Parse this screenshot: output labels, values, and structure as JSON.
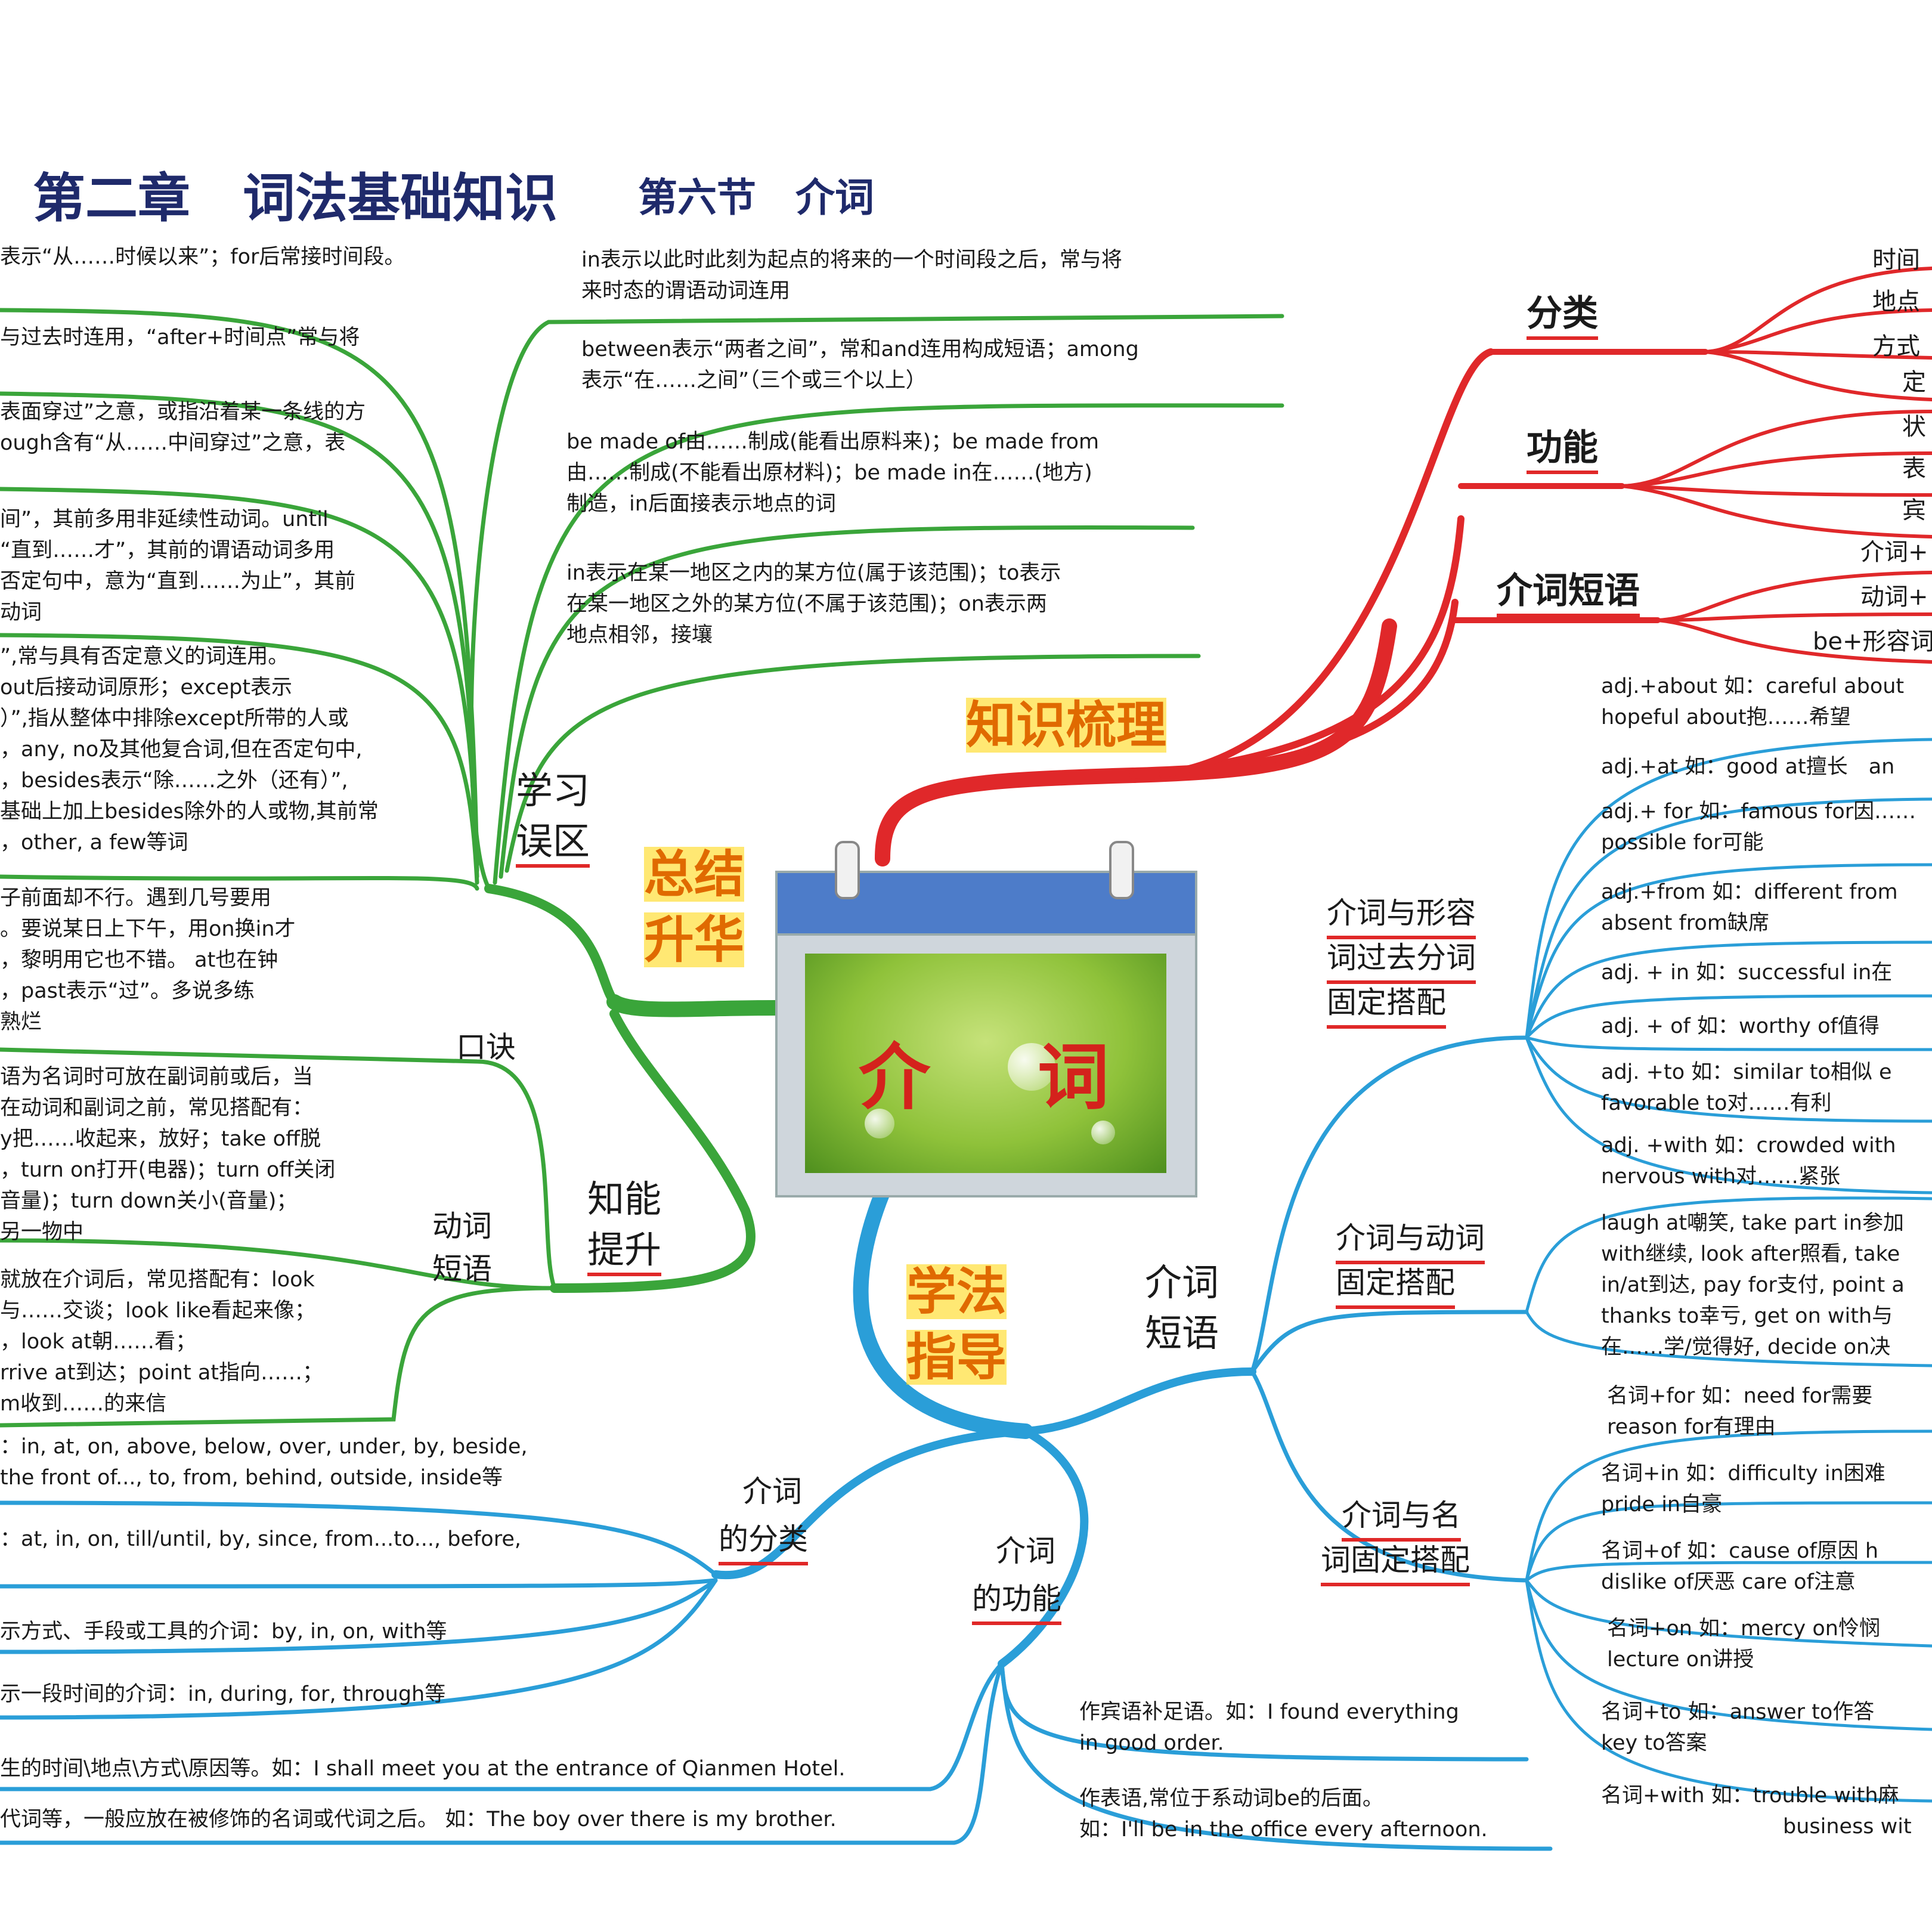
{
  "title": "第二章　词法基础知识",
  "subtitle": "第六节　介词",
  "center": {
    "left": "介",
    "right": "词"
  },
  "branches": {
    "knowledge": "知识梳理",
    "summary": [
      "总结",
      "升华"
    ],
    "method": [
      "学法",
      "指导"
    ]
  },
  "red": {
    "classify": "分类",
    "classify_items": [
      "时间",
      "地点",
      "方式",
      "定"
    ],
    "function": "功能",
    "function_items": [
      "状",
      "表",
      "宾"
    ],
    "phrase": "介词短语",
    "phrase_items": [
      "介词+",
      "动词+",
      "be+形容词"
    ]
  },
  "green": {
    "mistakes": [
      "学习",
      "误区"
    ],
    "improve": [
      "知能",
      "提升"
    ],
    "rhyme": "口诀",
    "verbphrase": [
      "动词",
      "短语"
    ],
    "right_notes": [
      [
        "in表示以此时此刻为起点的将来的一个时间段之后，常与将",
        "来时态的谓语动词连用"
      ],
      [
        "between表示“两者之间”，常和and连用构成短语；among",
        "表示“在……之间”（三个或三个以上）"
      ],
      [
        "be made of由……制成(能看出原料来)；be made from",
        "由……制成(不能看出原材料)；be made in在……(地方)",
        "制造，in后面接表示地点的词"
      ],
      [
        "in表示在某一地区之内的某方位(属于该范围)；to表示",
        "在某一地区之外的某方位(不属于该范围)；on表示两",
        "地点相邻，接壤"
      ]
    ],
    "left_notes": [
      [
        "表示“从……时候以来”；for后常接时间段。"
      ],
      [
        "与过去时连用，“after+时间点”常与将"
      ],
      [
        "表面穿过”之意，或指沿着某一条线的方",
        "ough含有“从……中间穿过”之意，表"
      ],
      [
        "间”，其前多用非延续性动词。until",
        "“直到……才”，其前的谓语动词多用",
        "否定句中，意为“直到……为止”，其前",
        "动词"
      ],
      [
        "”,常与具有否定意义的词连用。",
        "out后接动词原形；except表示",
        "）”,指从整体中排除except所带的人或",
        "，any, no及其他复合词,但在否定句中,",
        "，besides表示“除……之外（还有）”,",
        "基础上加上besides除外的人或物,其前常",
        "，other, a few等词"
      ],
      [
        "子前面却不行。遇到几号要用",
        "。要说某日上下午，用on换in才",
        "，黎明用它也不错。 at也在钟",
        "，past表示“过”。多说多练",
        "熟烂"
      ],
      [
        "语为名词时可放在副词前或后，当",
        "在动词和副词之前，常见搭配有：",
        "y把……收起来，放好；take off脱",
        "，turn on打开(电器)；turn off关闭",
        "音量)；turn down关小(音量)；",
        "另一物中"
      ],
      [
        "就放在介词后，常见搭配有：look",
        "与……交谈；look like看起来像；",
        "，look at朝……看；",
        "rrive at到达；point at指向……；",
        "m收到……的来信"
      ]
    ]
  },
  "blue": {
    "phrase": [
      "介词",
      "短语"
    ],
    "adj_fixed": [
      "介词与形容",
      "词过去分词",
      "固定搭配"
    ],
    "verb_fixed": [
      "介词与动词",
      "固定搭配"
    ],
    "noun_fixed": [
      "介词与名",
      "词固定搭配"
    ],
    "classify": [
      "介词",
      "的分类"
    ],
    "function": [
      "介词",
      "的功能"
    ],
    "adj_items": [
      [
        "adj.+about 如：careful about",
        "hopeful about抱……希望"
      ],
      [
        "adj.+at 如：good at擅长　an"
      ],
      [
        "adj.+ for 如：famous for因……",
        "possible for可能"
      ],
      [
        "adj.+from 如：different from",
        "absent from缺席"
      ],
      [
        "adj. + in 如：successful in在"
      ],
      [
        "adj. + of 如：worthy of值得"
      ],
      [
        "adj. +to 如：similar to相似 e",
        "favorable to对……有利"
      ],
      [
        "adj. +with 如：crowded with",
        "nervous with对……紧张"
      ]
    ],
    "verb_items": [
      "laugh at嘲笑, take part in参加",
      "with继续, look after照看, take",
      "in/at到达, pay for支付, point a",
      "thanks to幸亏, get on with与",
      "在……学/觉得好, decide on决"
    ],
    "noun_items": [
      [
        "名词+for 如：need for需要",
        "reason for有理由"
      ],
      [
        "名词+in 如：difficulty in困难",
        "pride in自豪"
      ],
      [
        "名词+of 如：cause of原因 h",
        "dislike of厌恶 care of注意"
      ],
      [
        "名词+on 如：mercy on怜悯",
        "lecture on讲授"
      ],
      [
        "名词+to 如：answer to作答",
        "key to答案"
      ],
      [
        "名词+with 如：trouble with麻",
        "business wit"
      ]
    ],
    "class_items": [
      [
        "：in, at, on, above, below, over, under, by, beside,",
        "the front of..., to, from, behind, outside, inside等"
      ],
      [
        "：at, in, on, till/until, by, since, from...to..., before,"
      ],
      [
        "示方式、手段或工具的介词：by, in, on, with等"
      ],
      [
        "示一段时间的介词：in, during, for, through等"
      ]
    ],
    "func_left": [
      "生的时间\\地点\\方式\\原因等。如：I shall meet you at the entrance of Qianmen Hotel.",
      "代词等，一般应放在被修饰的名词或代词之后。 如：The boy over there is my brother."
    ],
    "func_right": [
      [
        "作宾语补足语。如：I found everything",
        "in good order."
      ],
      [
        "作表语,常位于系动词be的后面。",
        "如：I'll be in the office every afternoon."
      ]
    ]
  },
  "colors": {
    "green": "#3aa53a",
    "red": "#e0282a",
    "blue": "#2a9ed8",
    "title": "#1f2a6b"
  }
}
